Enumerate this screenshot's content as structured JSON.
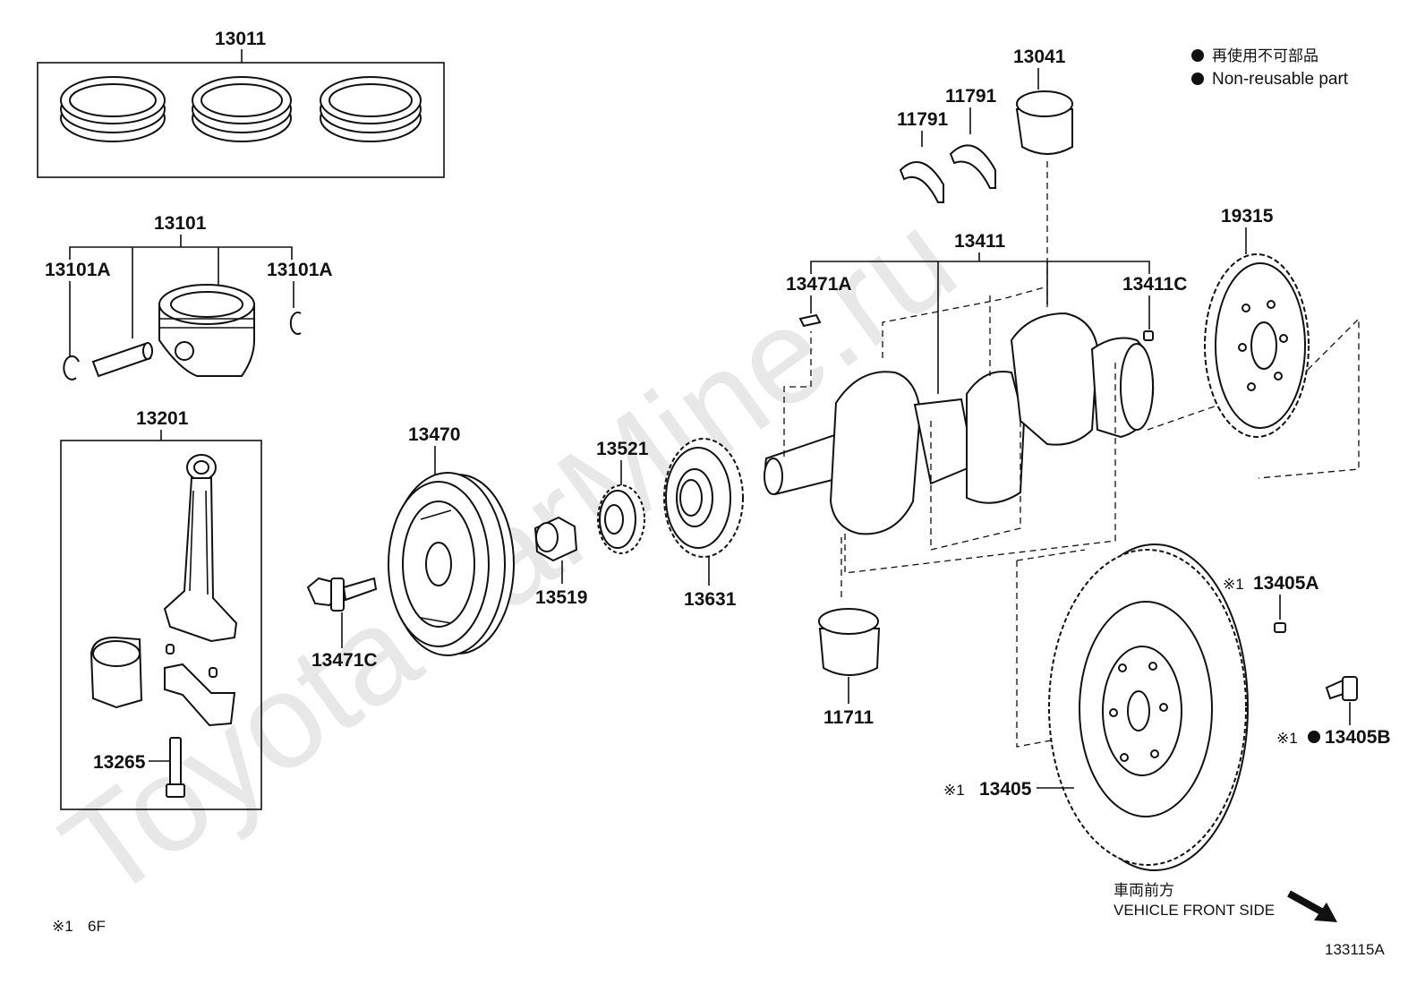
{
  "watermark": "ToyotaCarMine.ru",
  "legend": {
    "non_reusable_jp": "再使用不可部品",
    "non_reusable_en": "Non-reusable part"
  },
  "parts": {
    "p13011": "13011",
    "p13101": "13101",
    "p13101A_left": "13101A",
    "p13101A_right": "13101A",
    "p13201": "13201",
    "p13265": "13265",
    "p13470": "13470",
    "p13471C": "13471C",
    "p13519": "13519",
    "p13521": "13521",
    "p13631": "13631",
    "p13471A": "13471A",
    "p13411": "13411",
    "p13411C": "13411C",
    "p11791_a": "11791",
    "p11791_b": "11791",
    "p13041": "13041",
    "p19315": "19315",
    "p11711": "11711",
    "p13405A": "13405A",
    "p13405B": "13405B",
    "p13405": "13405"
  },
  "notes": {
    "mark_13405A": "※1",
    "mark_13405B": "※1",
    "mark_13405": "※1",
    "footnote_mark": "※1",
    "footnote_text": "6F"
  },
  "direction": {
    "jp": "車両前方",
    "en": "VEHICLE FRONT SIDE"
  },
  "figure_id": "133115A"
}
